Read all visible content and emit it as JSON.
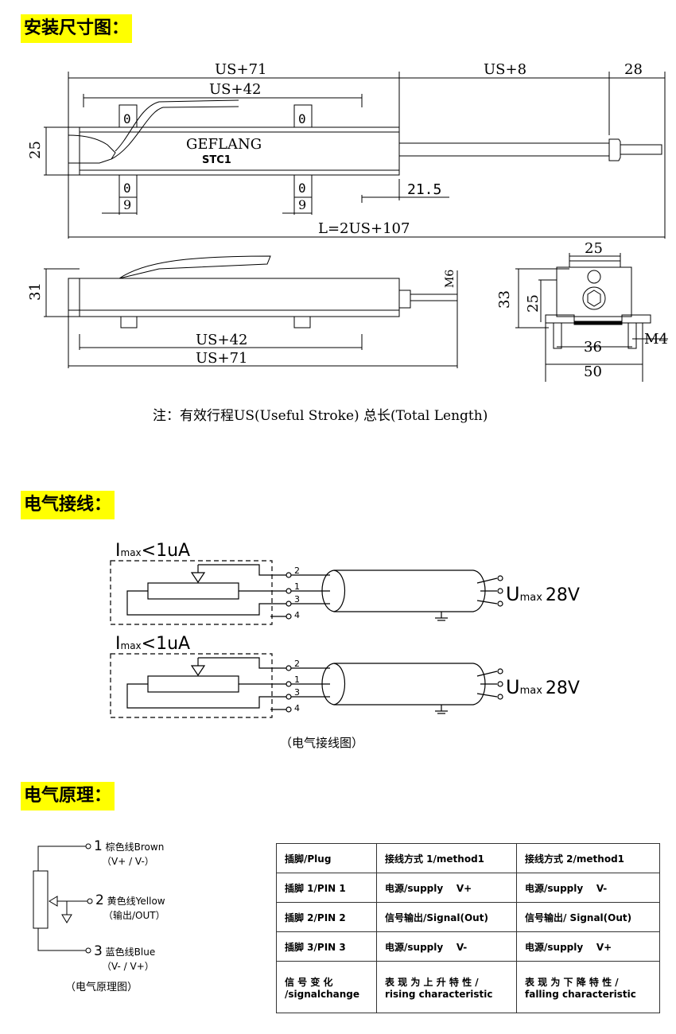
{
  "sections": {
    "install": "安装尺寸图：",
    "wiring": "电气接线：",
    "principle": "电气原理："
  },
  "dims": {
    "us71": "US+71",
    "us8": "US+8",
    "d28": "28",
    "us42": "US+42",
    "d25": "25",
    "brand": "GEFLANG",
    "model": "STC1",
    "d9": "9",
    "d215": "21.5",
    "total": "L=2US+107",
    "d31": "31",
    "m6": "M6",
    "d33": "33",
    "d36": "36",
    "m4": "M4",
    "d50": "50"
  },
  "note": "注：有效行程US(Useful Stroke) 总长(Total Length)",
  "wiring": {
    "imax_i": "I",
    "imax_sub": "max",
    "imax_val": "<1uA",
    "umax_u": "U",
    "umax_sub": "max",
    "umax_val": "28V",
    "pins": [
      "2",
      "1",
      "3",
      "4"
    ],
    "caption": "（电气接线图）"
  },
  "principle": {
    "p1": "1",
    "p1_label": "棕色线Brown",
    "p1_sub": "（V+ / V-）",
    "p2": "2",
    "p2_label": "黄色线Yellow",
    "p2_sub": "（输出/OUT）",
    "p3": "3",
    "p3_label": "蓝色线Blue",
    "p3_sub": "（V- / V+）",
    "caption": "（电气原理图）"
  },
  "table": {
    "rows": [
      [
        "插脚/Plug",
        "接线方式 1/method1",
        "接线方式 2/method1"
      ],
      [
        "插脚 1/PIN 1",
        "电源/supply    V+",
        "电源/supply    V-"
      ],
      [
        "插脚 2/PIN 2",
        "信号输出/Signal(Out)",
        "信号输出/ Signal(Out)"
      ],
      [
        "插脚 3/PIN 3",
        "电源/supply    V-",
        "电源/supply    V+"
      ],
      [
        "信 号 变 化 /signalchange",
        "表 现 为 上 升 特 性 / rising characteristic",
        "表 现 为 下 降 特 性 / falling characteristic"
      ]
    ]
  }
}
